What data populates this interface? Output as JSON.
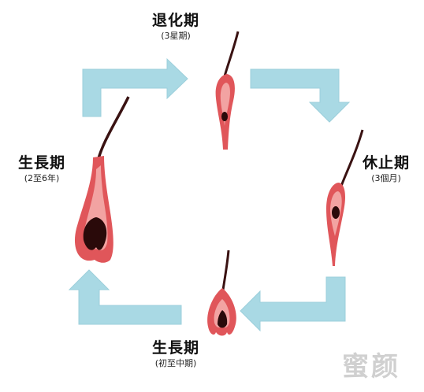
{
  "stages": {
    "catagen": {
      "title": "退化期",
      "duration": "(3星期)"
    },
    "telogen": {
      "title": "休止期",
      "duration": "(3個月)"
    },
    "anagen_early": {
      "title": "生長期",
      "duration": "(初至中期)"
    },
    "anagen": {
      "title": "生長期",
      "duration": "(2至6年)"
    }
  },
  "watermark": "蜜颜",
  "colors": {
    "arrow": "#a9d9e4",
    "bulb": "#e0565a",
    "bulb_light": "#f2a3a2",
    "hair": "#3a1212"
  }
}
